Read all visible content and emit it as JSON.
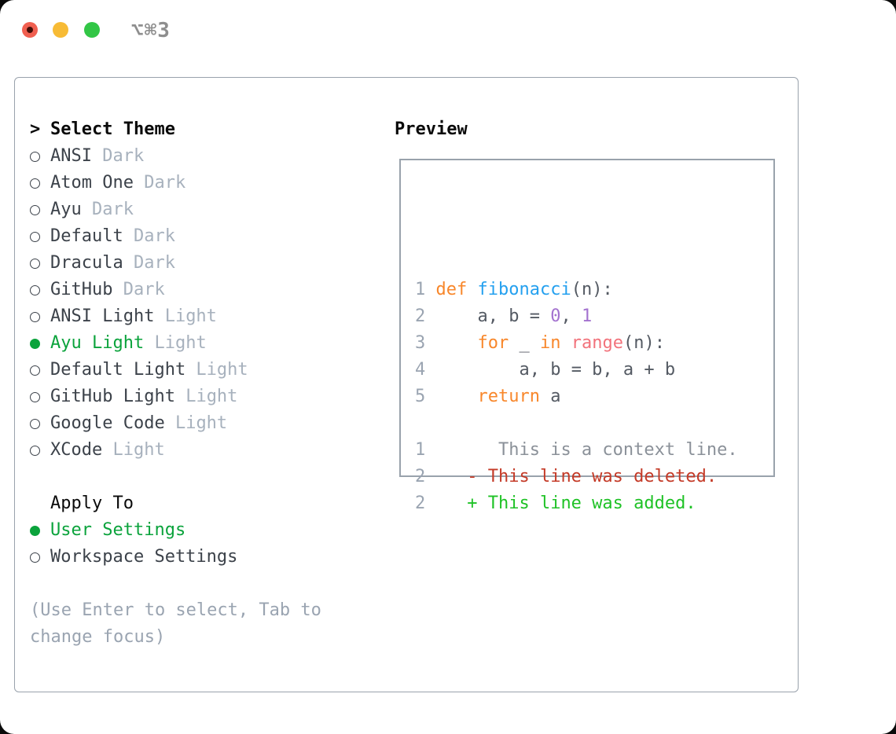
{
  "window": {
    "title": "⌥⌘3",
    "traffic_lights": [
      "close",
      "minimize",
      "zoom"
    ]
  },
  "theme_picker": {
    "prompt": ">",
    "title": "Select Theme",
    "items": [
      {
        "name": "ANSI",
        "tag": "Dark",
        "selected": false
      },
      {
        "name": "Atom One",
        "tag": "Dark",
        "selected": false
      },
      {
        "name": "Ayu",
        "tag": "Dark",
        "selected": false
      },
      {
        "name": "Default",
        "tag": "Dark",
        "selected": false
      },
      {
        "name": "Dracula",
        "tag": "Dark",
        "selected": false
      },
      {
        "name": "GitHub",
        "tag": "Dark",
        "selected": false
      },
      {
        "name": "ANSI Light",
        "tag": "Light",
        "selected": false
      },
      {
        "name": "Ayu Light",
        "tag": "Light",
        "selected": true
      },
      {
        "name": "Default Light",
        "tag": "Light",
        "selected": false
      },
      {
        "name": "GitHub Light",
        "tag": "Light",
        "selected": false
      },
      {
        "name": "Google Code",
        "tag": "Light",
        "selected": false
      },
      {
        "name": "XCode",
        "tag": "Light",
        "selected": false
      }
    ],
    "apply_to": {
      "title": "Apply To",
      "options": [
        {
          "name": "User Settings",
          "selected": true
        },
        {
          "name": "Workspace Settings",
          "selected": false
        }
      ]
    },
    "hint_lines": [
      "(Use Enter to select, Tab to",
      "change focus)"
    ]
  },
  "preview": {
    "title": "Preview",
    "code_lines": [
      {
        "tokens": [
          [
            "1",
            "lineno"
          ],
          [
            " ",
            "default"
          ],
          [
            "def",
            "kw"
          ],
          [
            " ",
            "default"
          ],
          [
            "fibonacci",
            "fn"
          ],
          [
            "(n):",
            "default"
          ]
        ]
      },
      {
        "tokens": [
          [
            "2",
            "lineno"
          ],
          [
            "     ",
            "default"
          ],
          [
            "a, b = ",
            "default"
          ],
          [
            "0",
            "number"
          ],
          [
            ", ",
            "default"
          ],
          [
            "1",
            "number"
          ]
        ]
      },
      {
        "tokens": [
          [
            "3",
            "lineno"
          ],
          [
            "     ",
            "default"
          ],
          [
            "for",
            "kw"
          ],
          [
            " _ ",
            "default"
          ],
          [
            "in",
            "kw"
          ],
          [
            " ",
            "default"
          ],
          [
            "range",
            "builtin"
          ],
          [
            "(n):",
            "default"
          ]
        ]
      },
      {
        "tokens": [
          [
            "4",
            "lineno"
          ],
          [
            "         ",
            "default"
          ],
          [
            "a, b = b, a + b",
            "default"
          ]
        ]
      },
      {
        "tokens": [
          [
            "5",
            "lineno"
          ],
          [
            "     ",
            "default"
          ],
          [
            "return",
            "kw"
          ],
          [
            " a",
            "default"
          ]
        ]
      },
      {
        "tokens": [
          [
            "",
            "default"
          ]
        ]
      },
      {
        "tokens": [
          [
            "1",
            "lineno"
          ],
          [
            "       ",
            "default"
          ],
          [
            "This is a context line.",
            "context"
          ]
        ]
      },
      {
        "tokens": [
          [
            "2",
            "lineno"
          ],
          [
            "    ",
            "default"
          ],
          [
            "- This line was deleted.",
            "deleted"
          ]
        ]
      },
      {
        "tokens": [
          [
            "2",
            "lineno"
          ],
          [
            "    ",
            "default"
          ],
          [
            "+ This line was added.",
            "added"
          ]
        ]
      }
    ]
  },
  "colors": {
    "border": "#99a2ac",
    "heading": "#0a0a0a",
    "text": "#3c424a",
    "tag": "#a7b1bd",
    "hint": "#9aa4b1",
    "accent": "#0ba33c",
    "lineno": "#9aa4b1",
    "code": "#545a63",
    "kw": "#f8872b",
    "fn": "#24a0ef",
    "builtin": "#f2727b",
    "number": "#a372cf",
    "context": "#8b9199",
    "deleted": "#c43a27",
    "added": "#1fc226",
    "title_gray": "#8e8e8e",
    "tl_red": "#f05f50",
    "tl_red_dot": "#420d06",
    "tl_yellow": "#f7bb35",
    "tl_green": "#32c646"
  }
}
